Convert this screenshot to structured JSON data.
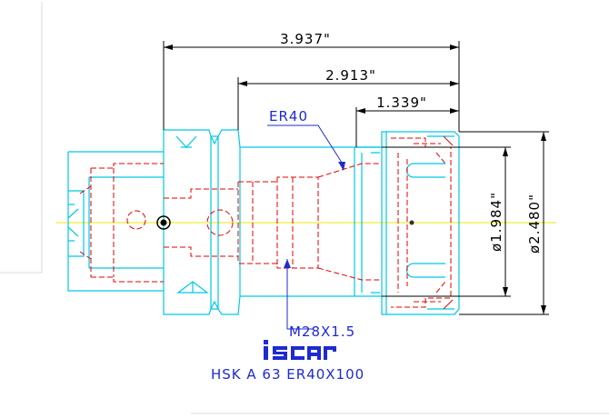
{
  "dimensions": {
    "overall_length": "3.937\"",
    "collet_length": "2.913\"",
    "nut_length": "1.339\"",
    "inner_diameter": "ø1.984\"",
    "outer_diameter": "ø2.480\""
  },
  "callouts": {
    "collet_type": "ER40",
    "thread": "M28X1.5"
  },
  "brand": {
    "logo_text": "iscar"
  },
  "product": {
    "designation": "HSK A 63 ER40X100"
  },
  "colors": {
    "outline": "#00c8e6",
    "hidden_lines": "#e60000",
    "centerline": "#e8e800",
    "dimension": "#000000",
    "leader": "#1e2bd0"
  }
}
